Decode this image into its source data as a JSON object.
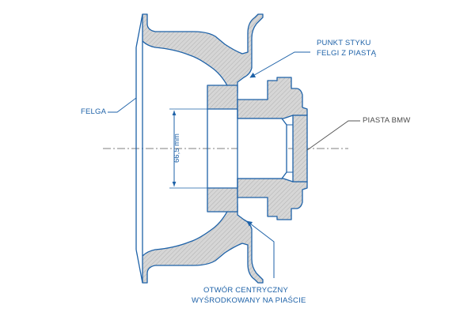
{
  "labels": {
    "felga": "FELGA",
    "contact_line1": "PUNKT STYKU",
    "contact_line2": "FELGI Z PIASTĄ",
    "piasta": "PIASTA BMW",
    "bore_line1": "OTWÓR CENTRYCZNY",
    "bore_line2": "WYŚRODKOWANY NA PIAŚCIE"
  },
  "dimension": {
    "bore_diameter": "66,5 mm"
  },
  "colors": {
    "accent": "#1e62a8",
    "hatch_fill": "#d9d9d9",
    "outline": "#1e62a8",
    "leader_gray": "#555555"
  }
}
